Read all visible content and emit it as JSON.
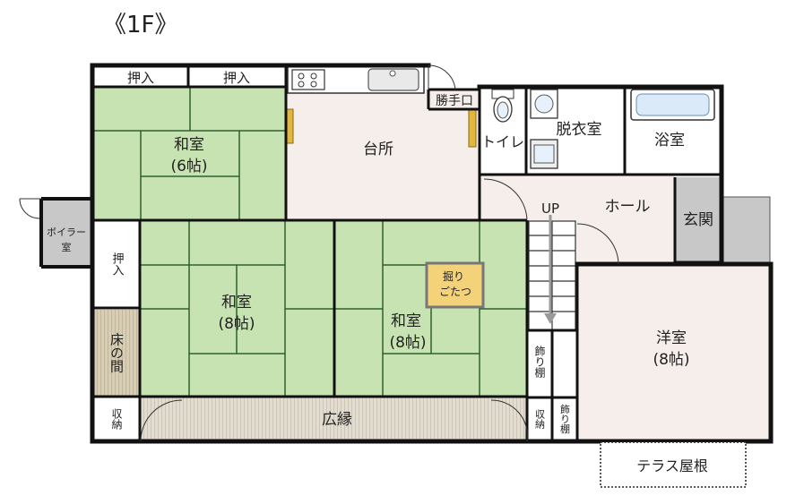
{
  "floor_title": "《1F》",
  "rooms": {
    "oshiire_top_left": "押入",
    "oshiire_top_right": "押入",
    "washitsu_6": {
      "name": "和室",
      "size": "(6帖)"
    },
    "daidokoro": "台所",
    "katteguchi": "勝手口",
    "toilet": "トイレ",
    "datsuijitsu": "脱衣室",
    "yokushitsu": "浴室",
    "hall": "ホール",
    "up": "UP",
    "genkan": "玄関",
    "boiler_line1": "ボイラー",
    "boiler_line2": "室",
    "oshiire_side": "押入",
    "tokonoma": "床の間",
    "shuno_left": "収納",
    "washitsu_8a": {
      "name": "和室",
      "size": "(8帖)"
    },
    "washitsu_8b": {
      "name": "和室",
      "size": "(8帖)"
    },
    "horigotatsu_line1": "掘り",
    "horigotatsu_line2": "ごたつ",
    "hiroen": "広縁",
    "kazaridana_upper": "飾り棚",
    "shuno_right": "収納",
    "kazaridana_lower": "飾り棚",
    "yoshitsu": {
      "name": "洋室",
      "size": "(8帖)"
    },
    "terrace": "テラス屋根"
  },
  "colors": {
    "tatami": "#c8e3b2",
    "tatami_line": "#2f5f2f",
    "floor": "#f6eeea",
    "wall": "#111111",
    "gray": "#c8c8c8",
    "horigotatsu": "#f4d27a",
    "tokonoma": "#c8bca0"
  }
}
